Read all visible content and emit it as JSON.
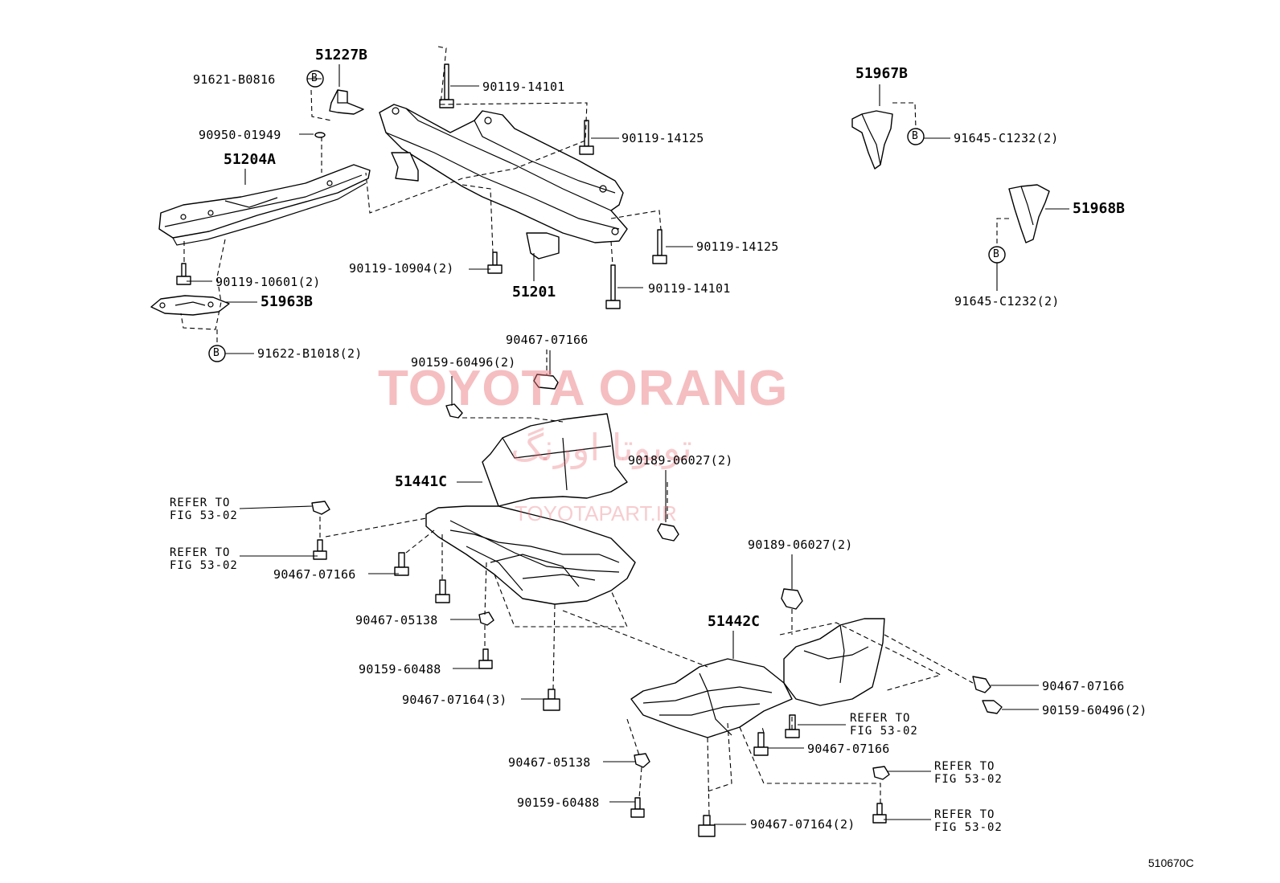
{
  "watermark": {
    "main": "TOYOTA ORANG",
    "site": "TOYOTAPART.IR",
    "script_text": "تویوتا اورنگ",
    "color": "#e86e76"
  },
  "figure_code": "510670C",
  "callouts": {
    "p51227B": "51227B",
    "p91621": "91621-B0816",
    "p90950": "90950-01949",
    "p51204A": "51204A",
    "p90119_14101_top": "90119-14101",
    "p90119_14125_top": "90119-14125",
    "p90119_10904": "90119-10904(2)",
    "p51201": "51201",
    "p90119_14125_mid": "90119-14125",
    "p90119_14101_mid": "90119-14101",
    "p90119_10601": "90119-10601(2)",
    "p51963B": "51963B",
    "p91622": "91622-B1018(2)",
    "p51967B": "51967B",
    "p91645_top": "91645-C1232(2)",
    "p51968B": "51968B",
    "p91645_bot": "91645-C1232(2)",
    "p90467_07166_a": "90467-07166",
    "p90159_60496_a": "90159-60496(2)",
    "p90189_a": "90189-06027(2)",
    "p51441C": "51441C",
    "ref1_a": "REFER TO",
    "ref1_b": "FIG 53-02",
    "ref2_a": "REFER TO",
    "ref2_b": "FIG 53-02",
    "p90467_07166_b": "90467-07166",
    "p90189_b": "90189-06027(2)",
    "p90467_05138_a": "90467-05138",
    "p90159_60488_a": "90159-60488",
    "p90467_07164_3": "90467-07164(3)",
    "p51442C": "51442C",
    "p90467_07166_c": "90467-07166",
    "p90159_60496_b": "90159-60496(2)",
    "ref3_a": "REFER TO",
    "ref3_b": "FIG 53-02",
    "p90467_07166_d": "90467-07166",
    "ref4_a": "REFER TO",
    "ref4_b": "FIG 53-02",
    "p90467_05138_b": "90467-05138",
    "p90159_60488_b": "90159-60488",
    "ref5_a": "REFER TO",
    "ref5_b": "FIG 53-02",
    "p90467_07164_2": "90467-07164(2)",
    "bmark": "B"
  }
}
